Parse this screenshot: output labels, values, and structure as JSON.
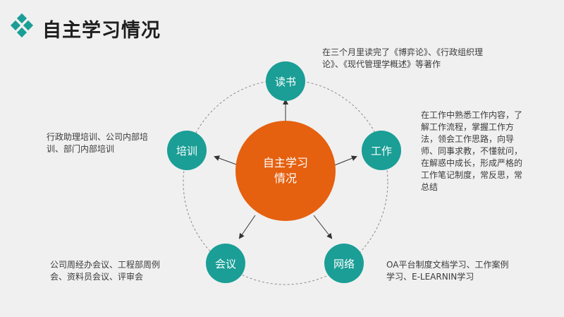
{
  "header": {
    "title": "自主学习情况",
    "accent_color": "#1a9e96",
    "logo_icon": "diamond-cluster-icon"
  },
  "diagram": {
    "center": {
      "label_line1": "自主学习",
      "label_line2": "情况",
      "color": "#e5600f"
    },
    "node_color": "#1a9e96",
    "nodes": [
      {
        "id": "reading",
        "label": "读书",
        "desc": "在三个月里读完了《博弈论》、《行政组织理论》、《现代管理学概述》等著作"
      },
      {
        "id": "work",
        "label": "工作",
        "desc": "在工作中熟悉工作内容，了解工作流程，掌握工作方法，领会工作思路，向导师、同事求教，不懂就问，在解惑中成长，形成严格的工作笔记制度，常反思，常总结"
      },
      {
        "id": "network",
        "label": "网络",
        "desc": "OA平台制度文档学习、工作案例学习、E-LEARNIN学习"
      },
      {
        "id": "meeting",
        "label": "会议",
        "desc": "公司周经办会议、工程部周例会、资料员会议、评审会"
      },
      {
        "id": "training",
        "label": "培训",
        "desc": "行政助理培训、公司内部培训、部门内部培训"
      }
    ]
  }
}
